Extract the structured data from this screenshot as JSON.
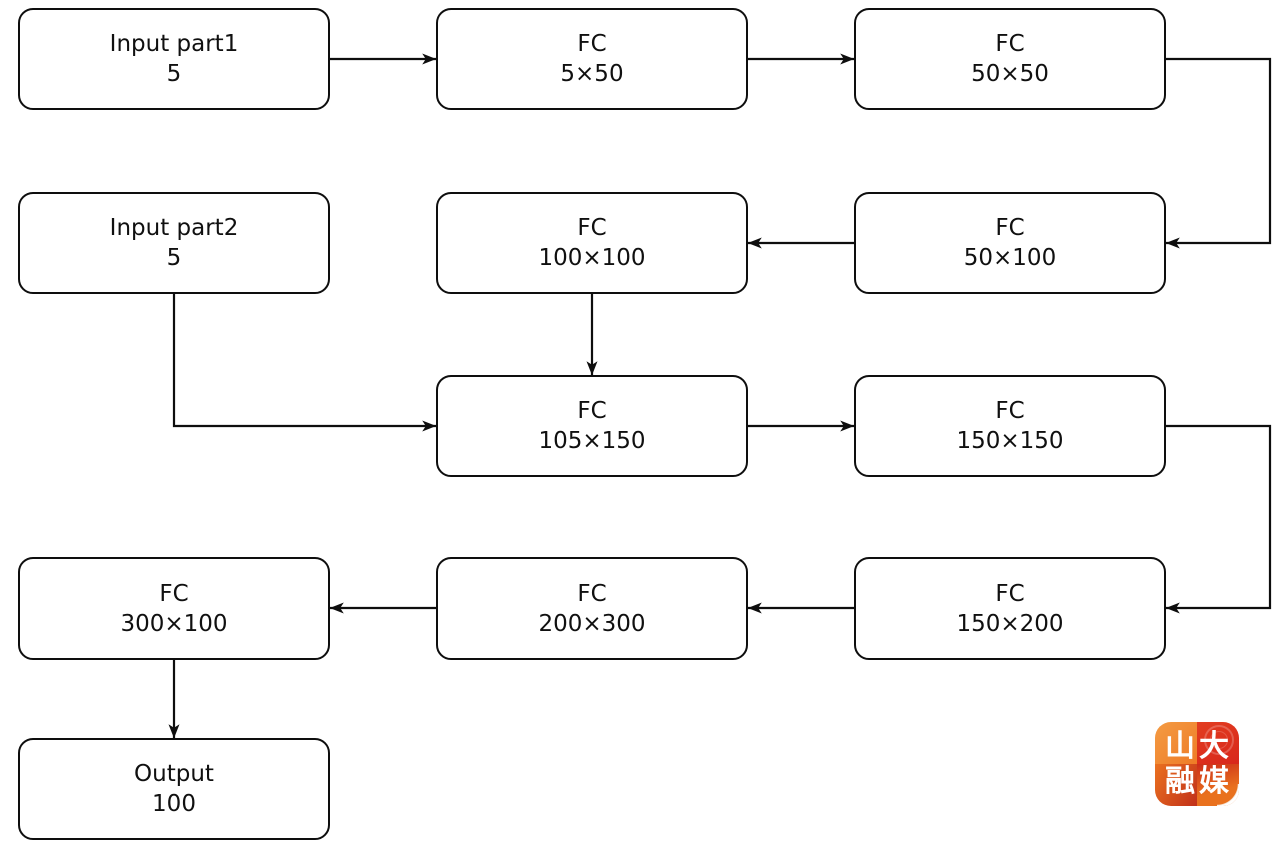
{
  "diagram": {
    "type": "flowchart",
    "stroke_color": "#0e0e0e",
    "node_fill": "#ffffff",
    "nodes": [
      {
        "id": "input-part1",
        "label": "Input part1",
        "sublabel": "5"
      },
      {
        "id": "fc-5x50",
        "label": "FC",
        "sublabel": "5×50"
      },
      {
        "id": "fc-50x50",
        "label": "FC",
        "sublabel": "50×50"
      },
      {
        "id": "input-part2",
        "label": "Input part2",
        "sublabel": "5"
      },
      {
        "id": "fc-100x100",
        "label": "FC",
        "sublabel": "100×100"
      },
      {
        "id": "fc-50x100",
        "label": "FC",
        "sublabel": "50×100"
      },
      {
        "id": "fc-105x150",
        "label": "FC",
        "sublabel": "105×150"
      },
      {
        "id": "fc-150x150",
        "label": "FC",
        "sublabel": "150×150"
      },
      {
        "id": "fc-300x100",
        "label": "FC",
        "sublabel": "300×100"
      },
      {
        "id": "fc-200x300",
        "label": "FC",
        "sublabel": "200×300"
      },
      {
        "id": "fc-150x200",
        "label": "FC",
        "sublabel": "150×200"
      },
      {
        "id": "output",
        "label": "Output",
        "sublabel": "100"
      }
    ],
    "edges": [
      {
        "from": "input-part1",
        "to": "fc-5x50"
      },
      {
        "from": "fc-5x50",
        "to": "fc-50x50"
      },
      {
        "from": "fc-50x50",
        "to": "fc-50x100"
      },
      {
        "from": "fc-50x100",
        "to": "fc-100x100"
      },
      {
        "from": "fc-100x100",
        "to": "fc-105x150"
      },
      {
        "from": "input-part2",
        "to": "fc-105x150"
      },
      {
        "from": "fc-105x150",
        "to": "fc-150x150"
      },
      {
        "from": "fc-150x150",
        "to": "fc-150x200"
      },
      {
        "from": "fc-150x200",
        "to": "fc-200x300"
      },
      {
        "from": "fc-200x300",
        "to": "fc-300x100"
      },
      {
        "from": "fc-300x100",
        "to": "output"
      }
    ]
  },
  "logo": {
    "line1": "山大",
    "line2": "融媒",
    "colors": {
      "orange": "#ee7c27",
      "red": "#d8271b",
      "deep_orange": "#c84a1e",
      "text": "#ffffff"
    }
  }
}
